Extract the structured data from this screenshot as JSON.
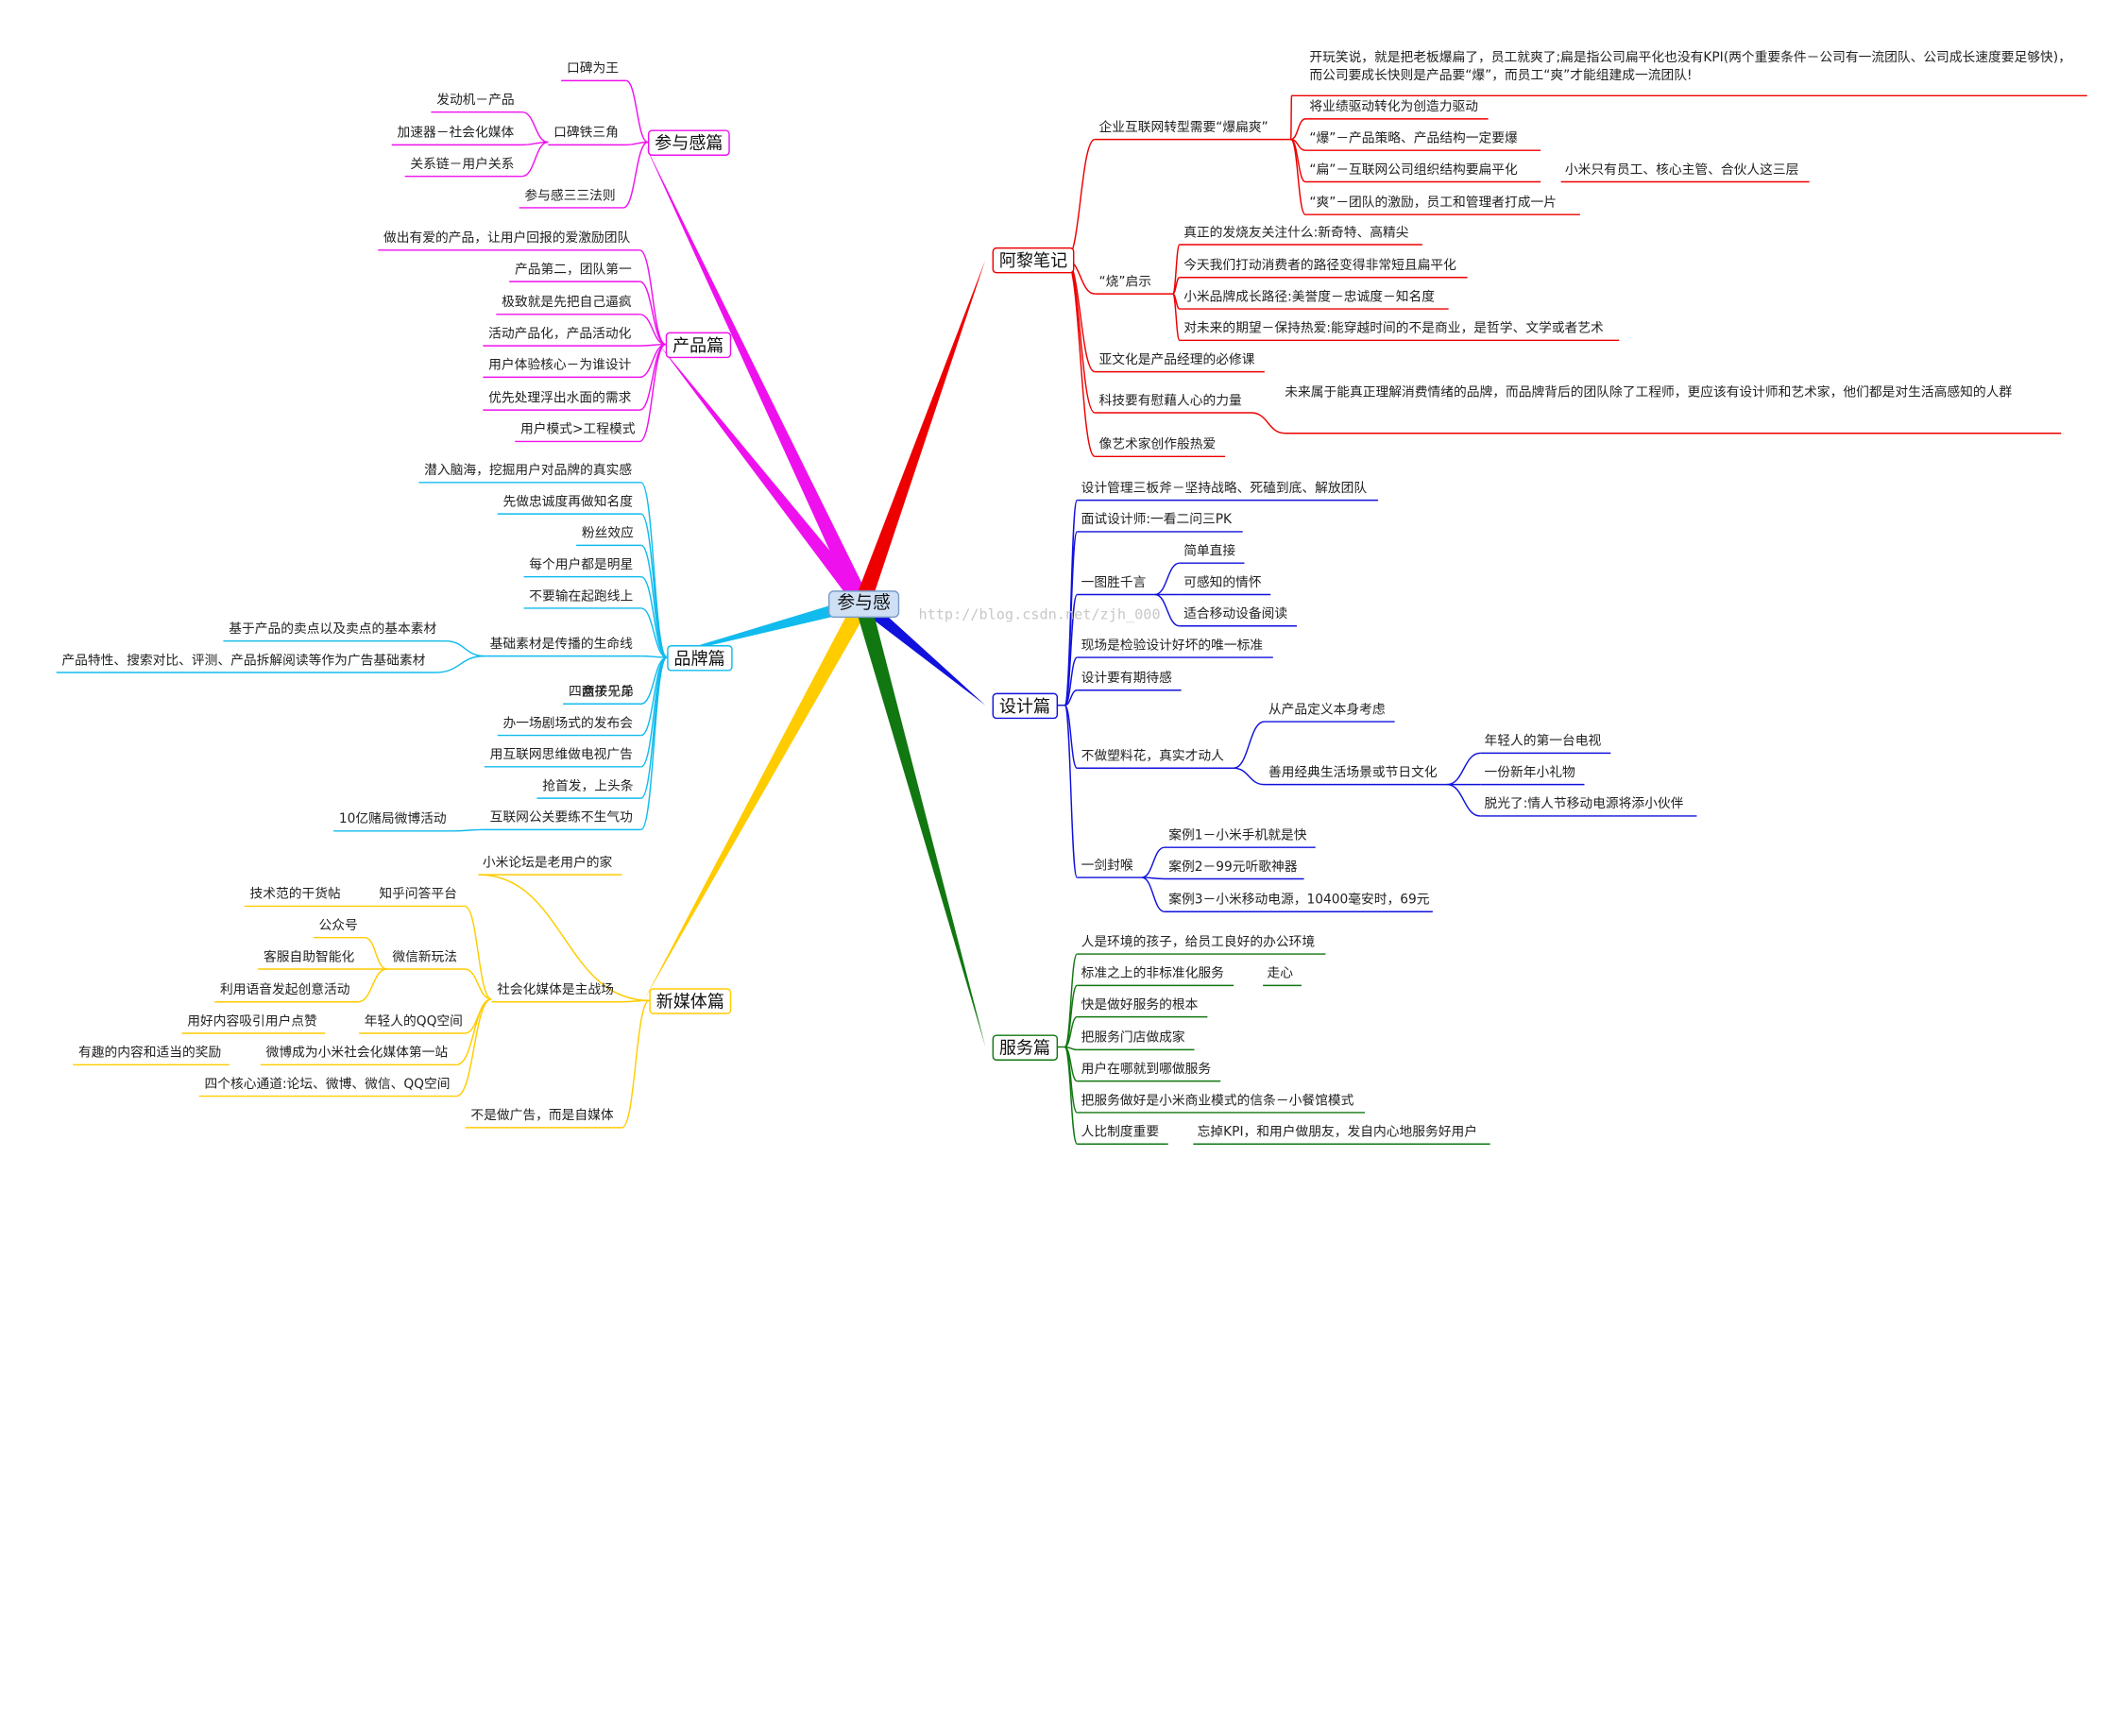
{
  "root": "参与感",
  "watermark": "http://blog.csdn.net/zjh_000",
  "branches": {
    "cyj": {
      "title": "参与感篇",
      "items": [
        "口碑为王",
        "口碑铁三角",
        "发动机－产品",
        "加速器－社会化媒体",
        "关系链－用户关系",
        "参与感三三法则"
      ]
    },
    "cp": {
      "title": "产品篇",
      "items": [
        "做出有爱的产品，让用户回报的爱激励团队",
        "产品第二，团队第一",
        "极致就是先把自己逼疯",
        "活动产品化，产品活动化",
        "用户体验核心－为谁设计",
        "优先处理浮出水面的需求",
        "用户模式>工程模式"
      ]
    },
    "pp": {
      "title": "品牌篇",
      "items": [
        "潜入脑海，挖掘用户对品牌的真实感",
        "先做忠诚度再做知名度",
        "粉丝效应",
        "每个用户都是明星",
        "不要输在起跑线上",
        "基础素材是传播的生命线",
        "基于产品的卖点以及卖点的基本素材",
        "产品特性、搜索对比、评测、产品拆解阅读等作为广告基础素材",
        "盒子兄弟",
        "四两拨千斤",
        "办一场剧场式的发布会",
        "用互联网思维做电视广告",
        "抢首发，上头条",
        "互联网公关要练不生气功",
        "10亿赌局微博活动"
      ]
    },
    "xmt": {
      "title": "新媒体篇",
      "items": [
        "小米论坛是老用户的家",
        "社会化媒体是主战场",
        "知乎问答平台",
        "技术范的干货帖",
        "微信新玩法",
        "公众号",
        "客服自助智能化",
        "利用语音发起创意活动",
        "年轻人的QQ空间",
        "用好内容吸引用户点赞",
        "微博成为小米社会化媒体第一站",
        "有趣的内容和适当的奖励",
        "四个核心通道:论坛、微博、微信、QQ空间",
        "不是做广告，而是自媒体"
      ]
    },
    "alj": {
      "title": "阿黎笔记",
      "items": [
        "企业互联网转型需要“爆扁爽”",
        "开玩笑说，就是把老板爆扁了，员工就爽了;扁是指公司扁平化也没有KPI(两个重要条件－公司有一流团队、公司成长速度要足够快)，",
        "而公司要成长快则是产品要“爆”，而员工“爽”才能组建成一流团队!",
        "将业绩驱动转化为创造力驱动",
        "“爆”－产品策略、产品结构一定要爆",
        "“扁”－互联网公司组织结构要扁平化",
        "小米只有员工、核心主管、合伙人这三层",
        "“爽”－团队的激励，员工和管理者打成一片",
        "“烧”启示",
        "真正的发烧友关注什么:新奇特、高精尖",
        "今天我们打动消费者的路径变得非常短且扁平化",
        "小米品牌成长路径:美誉度－忠诚度－知名度",
        "对未来的期望－保持热爱:能穿越时间的不是商业，是哲学、文学或者艺术",
        "亚文化是产品经理的必修课",
        "科技要有慰藉人心的力量",
        "未来属于能真正理解消费情绪的品牌，而品牌背后的团队除了工程师，更应该有设计师和艺术家，他们都是对生活高感知的人群",
        "像艺术家创作般热爱"
      ]
    },
    "sj": {
      "title": "设计篇",
      "items": [
        "设计管理三板斧－坚持战略、死磕到底、解放团队",
        "面试设计师:一看二问三PK",
        "一图胜千言",
        "简单直接",
        "可感知的情怀",
        "适合移动设备阅读",
        "现场是检验设计好坏的唯一标准",
        "设计要有期待感",
        "不做塑料花，真实才动人",
        "从产品定义本身考虑",
        "善用经典生活场景或节日文化",
        "年轻人的第一台电视",
        "一份新年小礼物",
        "脱光了:情人节移动电源将添小伙伴",
        "一剑封喉",
        "案例1－小米手机就是快",
        "案例2－99元听歌神器",
        "案例3－小米移动电源，10400毫安时，69元"
      ]
    },
    "fw": {
      "title": "服务篇",
      "items": [
        "人是环境的孩子，给员工良好的办公环境",
        "标准之上的非标准化服务",
        "走心",
        "快是做好服务的根本",
        "把服务门店做成家",
        "用户在哪就到哪做服务",
        "把服务做好是小米商业模式的信条－小餐馆模式",
        "人比制度重要",
        "忘掉KPI，和用户做朋友，发自内心地服务好用户"
      ]
    }
  },
  "colors": {
    "cyj": "#ee11ee",
    "cp": "#ee11ee",
    "pp": "#11bbee",
    "xmt": "#ffcc00",
    "alj": "#ee0000",
    "sj": "#1111dd",
    "fw": "#117711",
    "root_bg": "#cfe0f4"
  }
}
